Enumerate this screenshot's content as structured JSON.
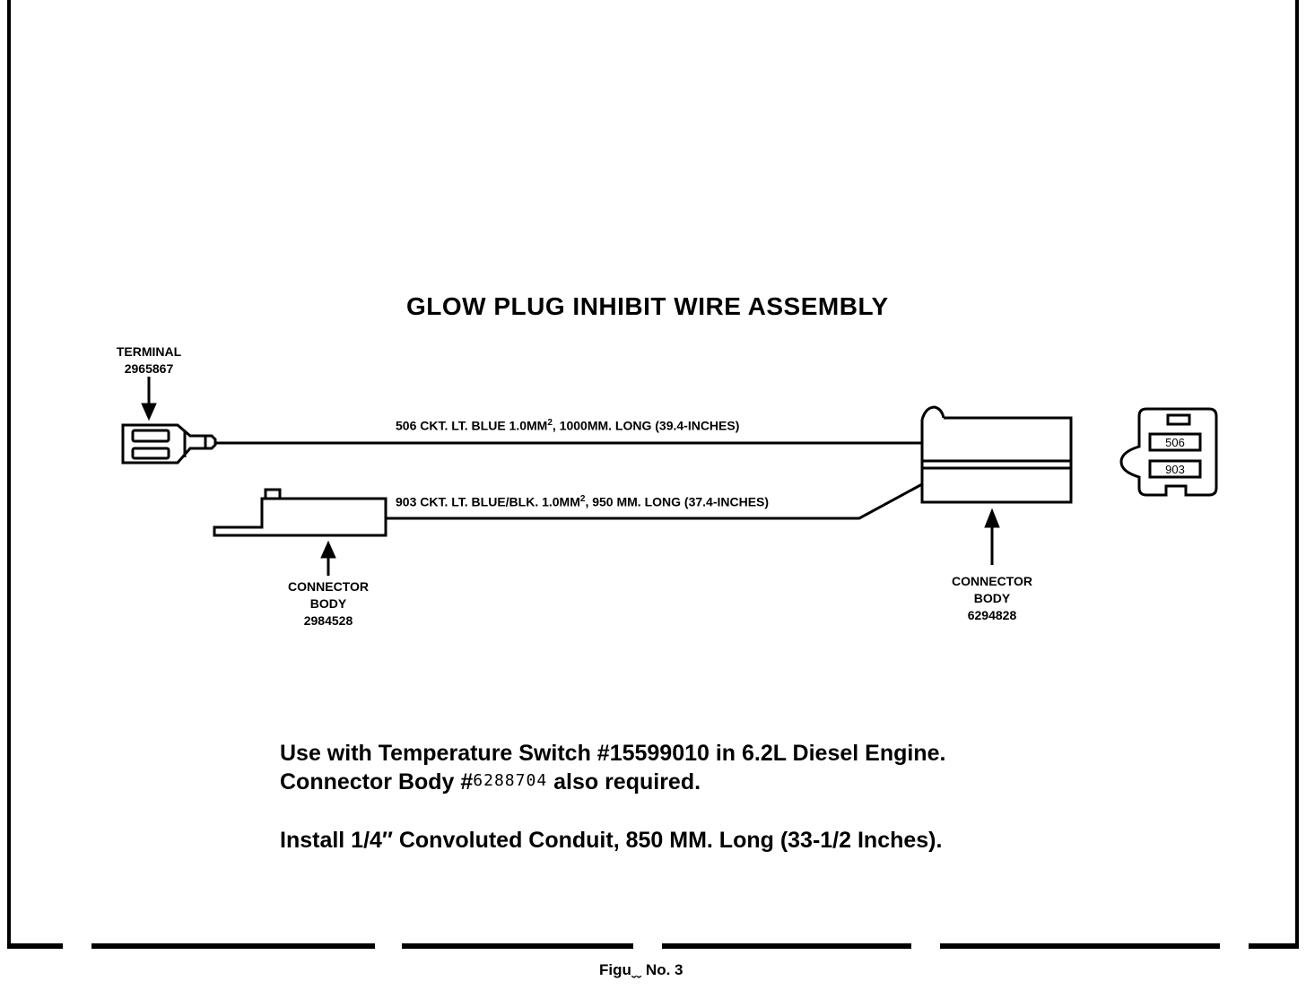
{
  "title": "GLOW PLUG INHIBIT WIRE ASSEMBLY",
  "terminal": {
    "name": "TERMINAL",
    "number": "2965867"
  },
  "connector_left": {
    "line1": "CONNECTOR",
    "line2": "BODY",
    "number": "2984528"
  },
  "connector_right": {
    "line1": "CONNECTOR",
    "line2": "BODY",
    "number": "6294828"
  },
  "wire_506": {
    "prefix": "506 CKT. LT. BLUE 1.0MM",
    "sup": "2",
    "suffix": ", 1000MM. LONG (39.4-INCHES)"
  },
  "wire_903": {
    "prefix": "903 CKT. LT. BLUE/BLK. 1.0MM",
    "sup": "2",
    "suffix": ", 950 MM. LONG (37.4-INCHES)"
  },
  "end_view": {
    "pin_top": "506",
    "pin_bottom": "903"
  },
  "notes": {
    "line1": "Use with Temperature Switch #15599010 in 6.2L Diesel Engine.",
    "line2_prefix": "Connector Body #",
    "line2_number": "6288704",
    "line2_suffix": " also required.",
    "line3": "Install 1/4″ Convoluted Conduit, 850 MM. Long (33-1/2 Inches)."
  },
  "caption": "Figuˬˬ No. 3"
}
